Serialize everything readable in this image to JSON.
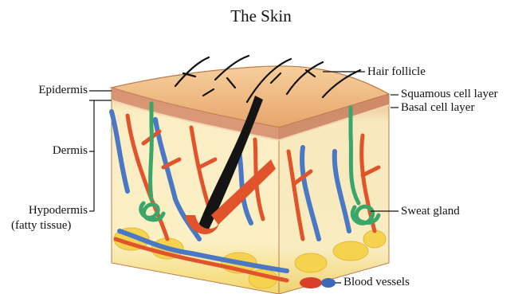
{
  "title": "The Skin",
  "labels": {
    "epidermis": "Epidermis",
    "dermis": "Dermis",
    "hypodermis": "Hypodermis",
    "hypodermis_note": "(fatty tissue)",
    "hair_follicle": "Hair follicle",
    "squamous": "Squamous cell layer",
    "basal": "Basal cell layer",
    "sweat_gland": "Sweat gland",
    "blood_vessels": "Blood vessels"
  },
  "colors": {
    "epidermis_top": "#f2c391",
    "epidermis_dark": "#d9a06c",
    "dermis": "#fbeec0",
    "dermis_edge": "#e7a67e",
    "fat": "#f4d86a",
    "artery": "#e0532b",
    "vein": "#4a78c4",
    "sweat": "#3ba66a",
    "hair": "#111111"
  }
}
